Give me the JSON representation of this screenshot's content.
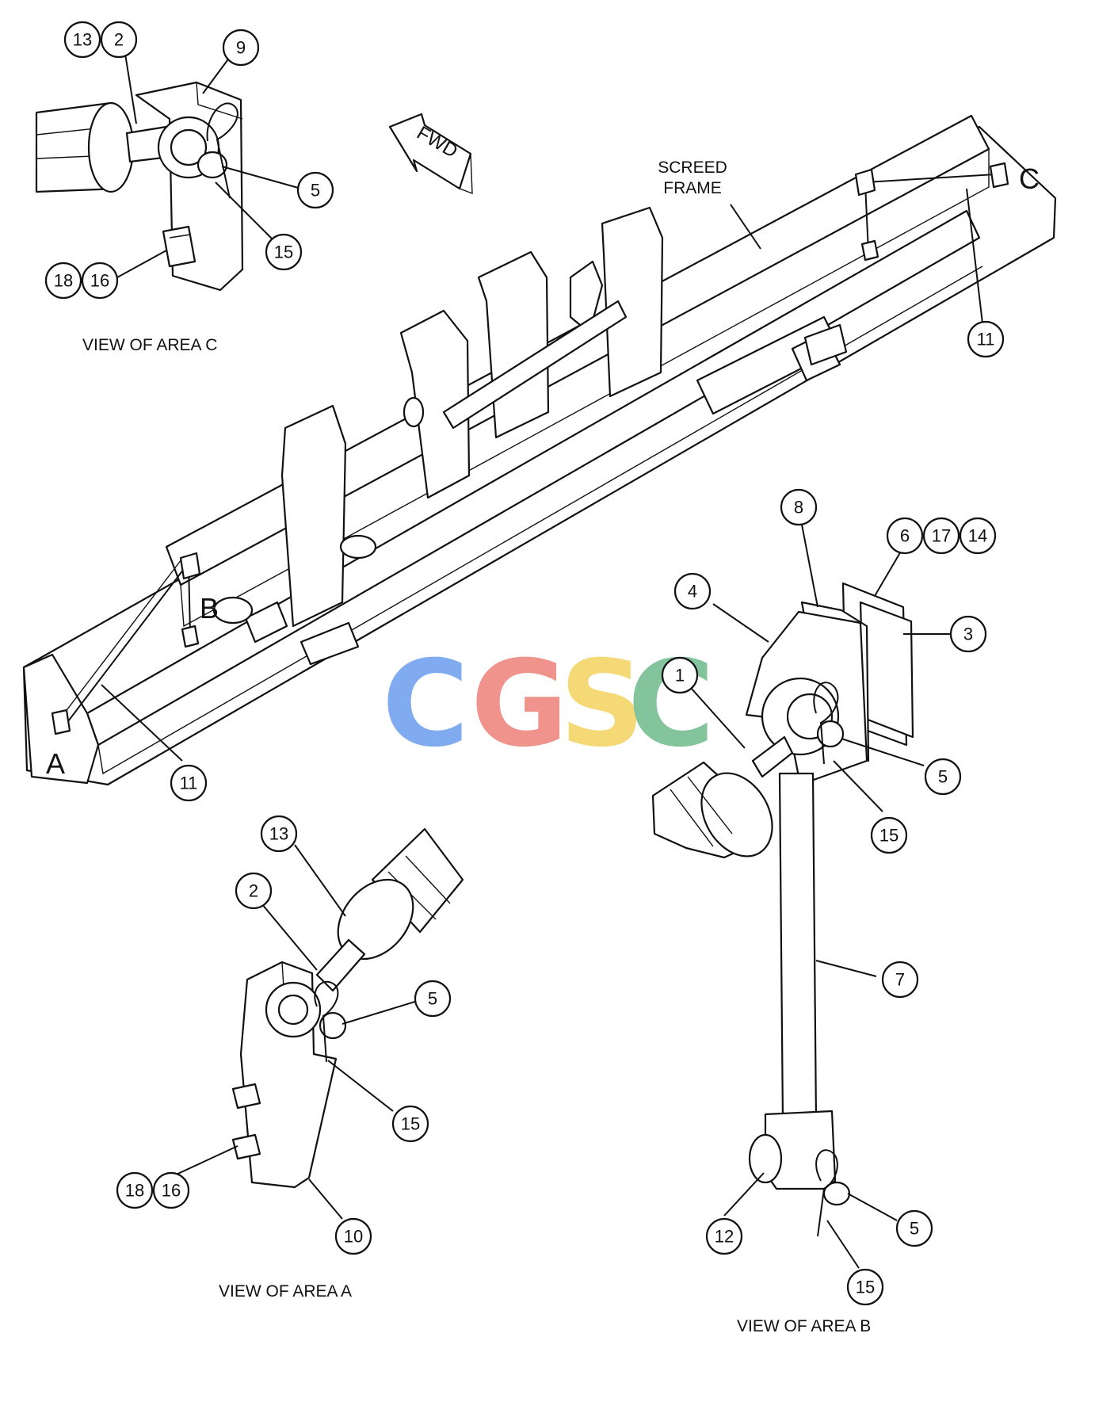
{
  "labels": {
    "fwd": "FWD",
    "screed_frame_line1": "SCREED",
    "screed_frame_line2": "FRAME",
    "view_c": "VIEW OF AREA  C",
    "view_a": "VIEW OF AREA  A",
    "view_b": "VIEW OF AREA  B",
    "area_a": "A",
    "area_b": "B",
    "area_c": "C"
  },
  "watermark": {
    "letters": [
      "C",
      "G",
      "S",
      "C"
    ],
    "colors": [
      "#7BA7F0",
      "#EF8E86",
      "#F6D770",
      "#7DC197"
    ]
  },
  "callouts": {
    "c1": "13",
    "c2": "2",
    "c3": "9",
    "c4": "5",
    "c5": "15",
    "c6": "18",
    "c7": "16",
    "m1": "11",
    "m2": "11",
    "b1": "8",
    "b2": "6",
    "b3": "17",
    "b4": "14",
    "b5": "4",
    "b6": "3",
    "b7": "1",
    "b8": "5",
    "b9": "15",
    "b10": "7",
    "b11": "12",
    "b12": "5",
    "b13": "15",
    "a1": "13",
    "a2": "2",
    "a3": "5",
    "a4": "15",
    "a5": "18",
    "a6": "16",
    "a7": "10"
  }
}
